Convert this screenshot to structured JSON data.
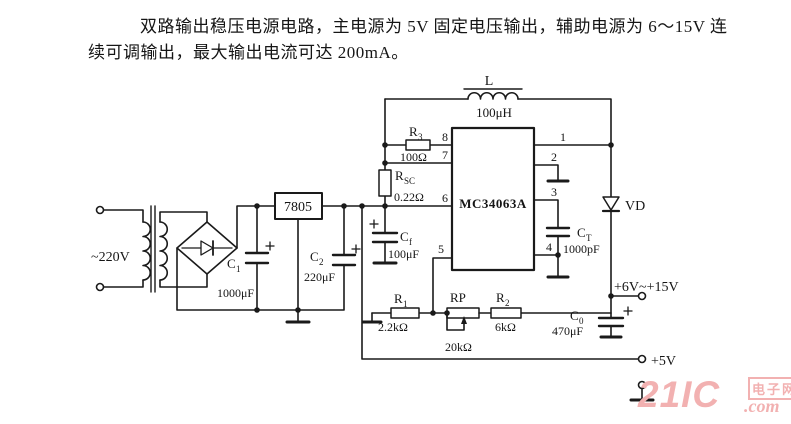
{
  "title": {
    "line1": "双路输出稳压电源电路，主电源为 5V 固定电压输出，辅助电源为 6～15V 连",
    "line2": "续可调输出，最大输出电流可达 200mA。"
  },
  "schematic": {
    "input": {
      "label": "~220V"
    },
    "regulator": {
      "label": "7805"
    },
    "c1": {
      "name": "C",
      "sub": "1",
      "value": "1000μF"
    },
    "c2": {
      "name": "C",
      "sub": "2",
      "value": "220μF"
    },
    "rsc": {
      "name": "R",
      "sub": "SC",
      "value": "0.22Ω"
    },
    "r3": {
      "name": "R",
      "sub": "3",
      "value": "100Ω"
    },
    "cf": {
      "name": "C",
      "sub": "f",
      "value": "100μF"
    },
    "ic": {
      "label": "MC34063A",
      "pins_left": [
        "8",
        "7",
        "6",
        "5"
      ],
      "pins_right": [
        "1",
        "2",
        "3",
        "4"
      ]
    },
    "l": {
      "name": "L",
      "value": "100μH"
    },
    "ct": {
      "name": "C",
      "sub": "T",
      "value": "1000pF"
    },
    "vd": {
      "label": "VD"
    },
    "r1": {
      "name": "R",
      "sub": "1",
      "value": "2.2kΩ"
    },
    "rp": {
      "name": "RP",
      "value": "20kΩ"
    },
    "r2": {
      "name": "R",
      "sub": "2",
      "value": "6kΩ"
    },
    "c0": {
      "name": "C",
      "sub": "0",
      "value": "470μF"
    },
    "out_aux": {
      "label": "+6V~+15V"
    },
    "out_5v": {
      "label": "+5V"
    }
  },
  "watermark": {
    "brand": "21IC",
    "suffix": ".com",
    "cn": "电子网"
  },
  "colors": {
    "ink": "#1a1a1a",
    "watermark": "#f2b1b1",
    "background": "#ffffff"
  }
}
